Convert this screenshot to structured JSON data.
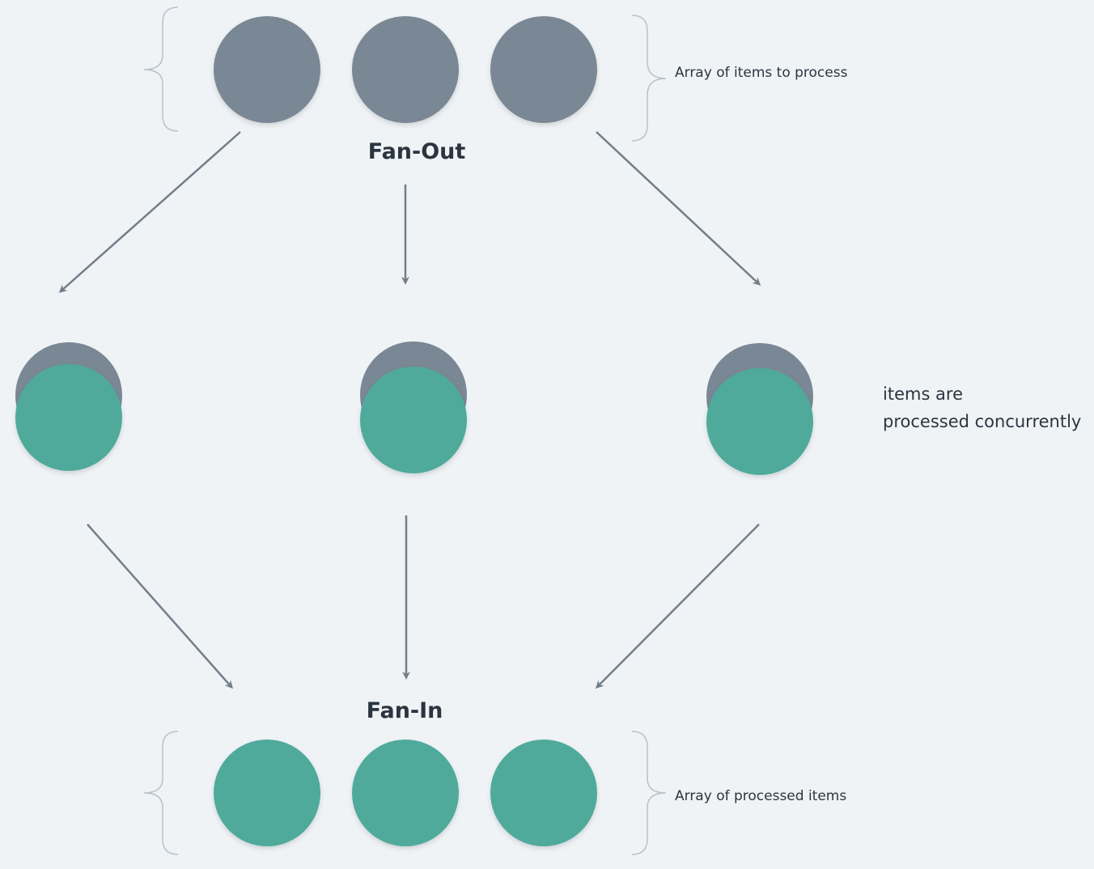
{
  "colors": {
    "background": "#eff3f6",
    "input_item": "#7a8794",
    "processed_item": "#4faa9c",
    "arrow": "#737e89",
    "brace": "#b9c2ca",
    "text": "#2b3540"
  },
  "labels": {
    "fan_out": "Fan-Out",
    "fan_in": "Fan-In",
    "input_array": "Array of items to process",
    "output_array": "Array of processed items",
    "concurrent_line1": "items are",
    "concurrent_line2": "processed concurrently"
  },
  "diagram": {
    "input_items": 3,
    "processing_items": 3,
    "output_items": 3
  }
}
